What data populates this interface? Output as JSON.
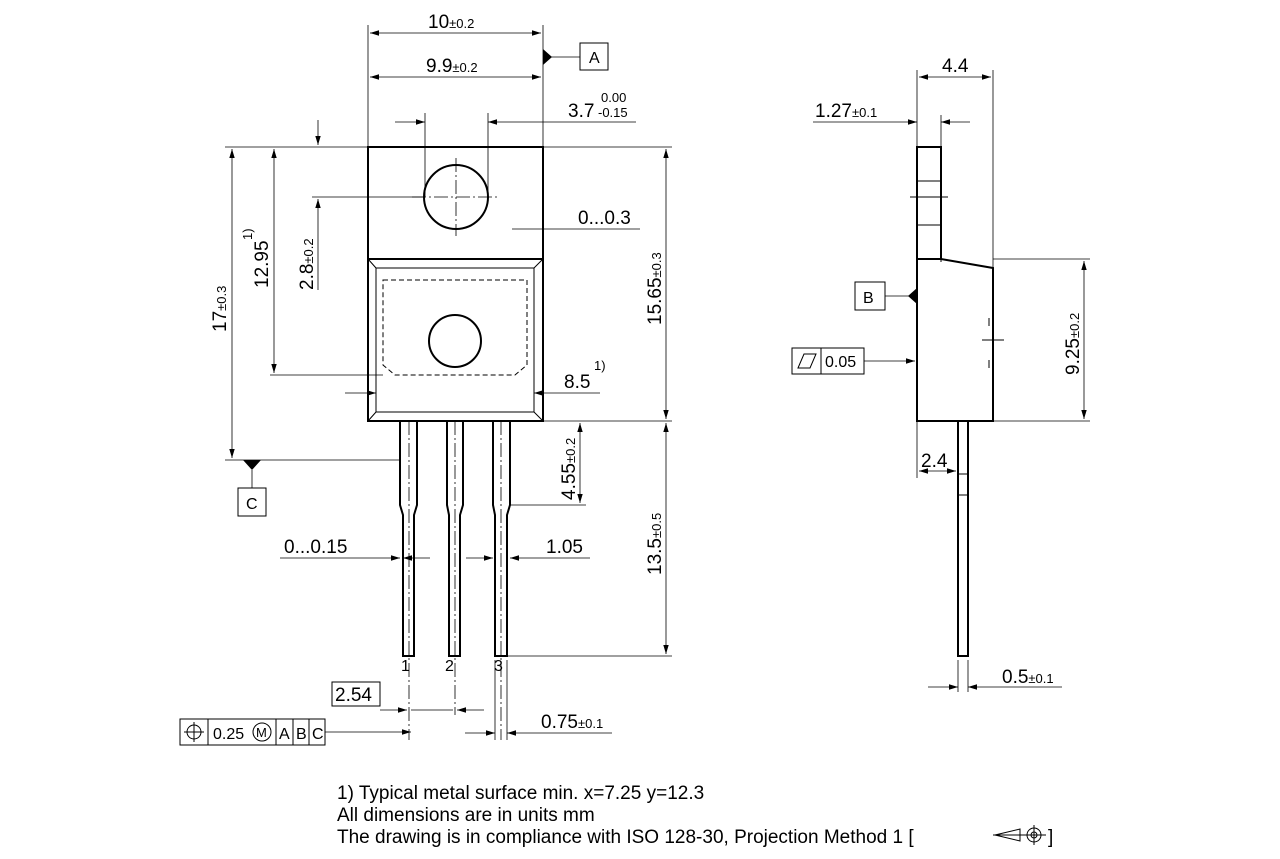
{
  "notes": {
    "line1": "1) Typical metal surface min. x=7.25 y=12.3",
    "line2": "All dimensions are in units mm",
    "line3": "The drawing is in compliance with ISO 128-30, Projection Method 1 [",
    "line3_end": "]"
  },
  "datums": {
    "a": "A",
    "b": "B",
    "c": "C"
  },
  "pins": {
    "p1": "1",
    "p2": "2",
    "p3": "3"
  },
  "front_view": {
    "width_10": "10",
    "width_10_tol": "±0.2",
    "width_9_9": "9.9",
    "width_9_9_tol": "±0.2",
    "hole_3_7": "3.7",
    "hole_3_7_tol_upper": "0.00",
    "hole_3_7_tol_lower": "-0.15",
    "gap_0_0_3": "0...0.3",
    "height_17": "17",
    "height_17_tol": "±0.3",
    "height_12_95": "12.95",
    "height_12_95_note": "1)",
    "height_2_8": "2.8",
    "height_2_8_tol": "±0.2",
    "height_15_65": "15.65",
    "height_15_65_tol": "±0.3",
    "width_8_5": "8.5",
    "width_8_5_note": "1)",
    "lead_4_55": "4.55",
    "lead_4_55_tol": "±0.2",
    "lead_0_0_15": "0...0.15",
    "lead_1_05": "1.05",
    "lead_13_5": "13.5",
    "lead_13_5_tol": "±0.5",
    "pitch_2_54": "2.54",
    "lead_0_75": "0.75",
    "lead_0_75_tol": "±0.1",
    "position_tolerance": {
      "value": "0.25",
      "modifier": "M",
      "datum1": "A",
      "datum2": "B",
      "datum3": "C"
    }
  },
  "side_view": {
    "thick_4_4": "4.4",
    "tab_1_27": "1.27",
    "tab_1_27_tol": "±0.1",
    "body_9_25": "9.25",
    "body_9_25_tol": "±0.2",
    "flatness": "0.05",
    "lead_2_4": "2.4",
    "lead_0_5": "0.5",
    "lead_0_5_tol": "±0.1"
  }
}
